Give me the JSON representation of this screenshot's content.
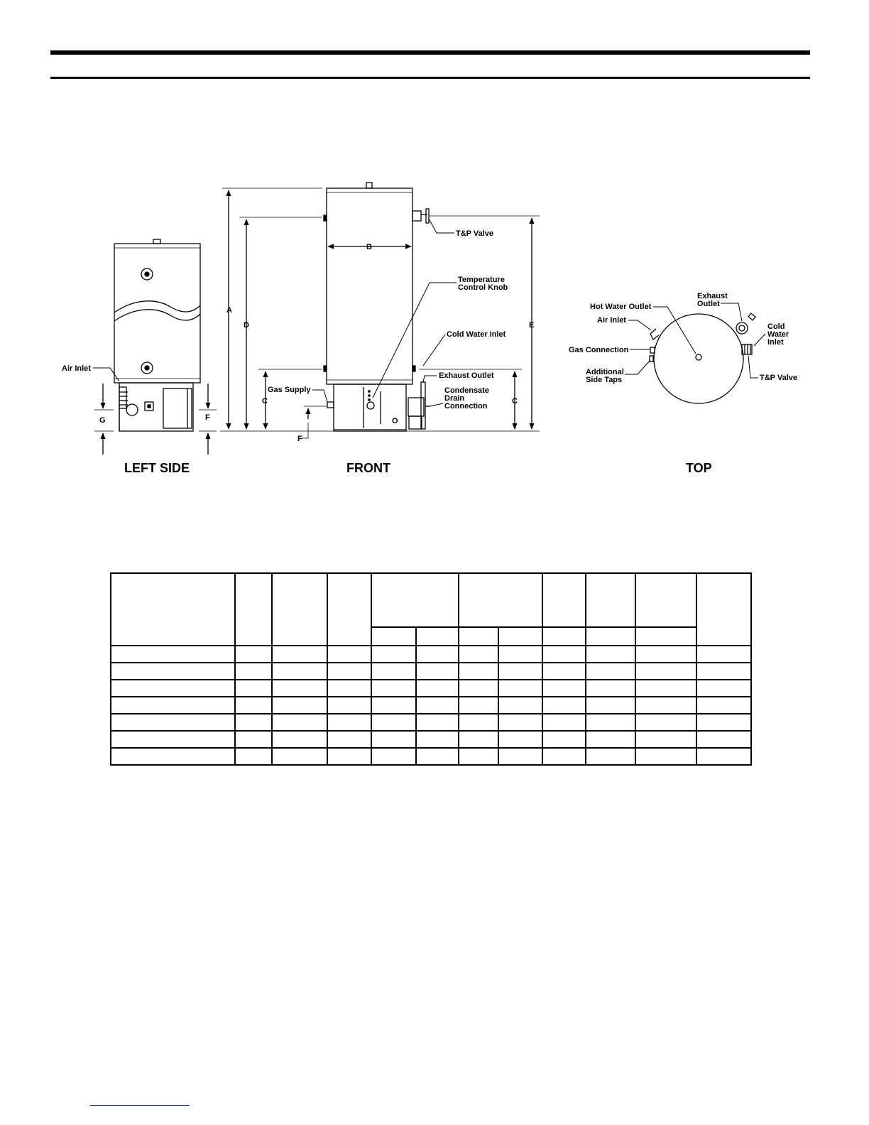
{
  "labels": {
    "tp_valve": "T&P Valve",
    "temp_knob_1": "Temperature",
    "temp_knob_2": "Control Knob",
    "cold_water_inlet": "Cold Water Inlet",
    "exhaust_outlet": "Exhaust Outlet",
    "condensate_1": "Condensate",
    "condensate_2": "Drain",
    "condensate_3": "Connection",
    "gas_supply": "Gas Supply",
    "air_inlet_left": "Air Inlet",
    "top_hot_water_outlet": "Hot Water Outlet",
    "top_air_inlet": "Air Inlet",
    "top_gas_connection": "Gas Connection",
    "top_additional_1": "Additional",
    "top_additional_2": "Side Taps",
    "top_exhaust_1": "Exhaust",
    "top_exhaust_2": "Outlet",
    "top_cold_1": "Cold",
    "top_cold_2": "Water",
    "top_cold_3": "Inlet",
    "top_tp_valve": "T&P Valve"
  },
  "dimensions": {
    "a": "A",
    "b": "B",
    "c": "C",
    "d": "D",
    "e": "E",
    "f": "F",
    "g": "G",
    "o": "O"
  },
  "views": {
    "left": "LEFT SIDE",
    "front": "FRONT",
    "top": "TOP"
  },
  "table": {
    "header_cells": [
      "",
      "",
      "",
      "",
      "",
      "",
      "",
      "",
      "",
      ""
    ],
    "sub_cells": [
      "",
      "",
      "",
      "",
      "",
      "",
      ""
    ],
    "rows": [
      [
        "",
        "",
        "",
        "",
        "",
        "",
        "",
        "",
        "",
        "",
        "",
        "",
        ""
      ],
      [
        "",
        "",
        "",
        "",
        "",
        "",
        "",
        "",
        "",
        "",
        "",
        "",
        ""
      ],
      [
        "",
        "",
        "",
        "",
        "",
        "",
        "",
        "",
        "",
        "",
        "",
        "",
        ""
      ],
      [
        "",
        "",
        "",
        "",
        "",
        "",
        "",
        "",
        "",
        "",
        "",
        "",
        ""
      ],
      [
        "",
        "",
        "",
        "",
        "",
        "",
        "",
        "",
        "",
        "",
        "",
        "",
        ""
      ],
      [
        "",
        "",
        "",
        "",
        "",
        "",
        "",
        "",
        "",
        "",
        "",
        "",
        ""
      ],
      [
        "",
        "",
        "",
        "",
        "",
        "",
        "",
        "",
        "",
        "",
        "",
        "",
        ""
      ]
    ]
  }
}
